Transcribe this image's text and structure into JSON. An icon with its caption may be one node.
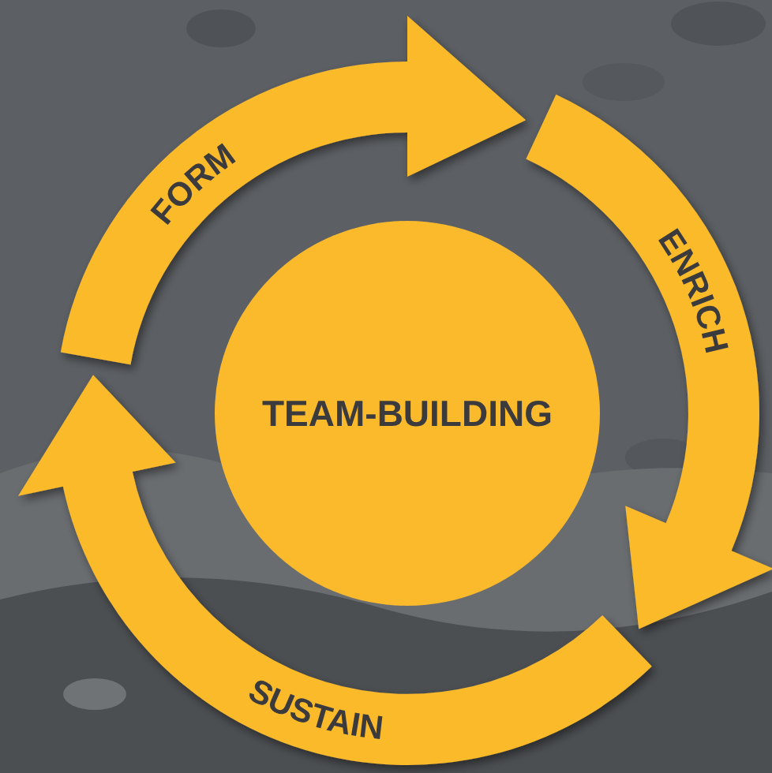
{
  "diagram": {
    "nodes": [
      {
        "text": [
          "TEAM-BUILDING"
        ]
      },
      {
        "text": [
          "FORM"
        ]
      },
      {
        "text": [
          "ENRICH"
        ]
      },
      {
        "text": [
          "SUSTAIN"
        ]
      }
    ]
  }
}
